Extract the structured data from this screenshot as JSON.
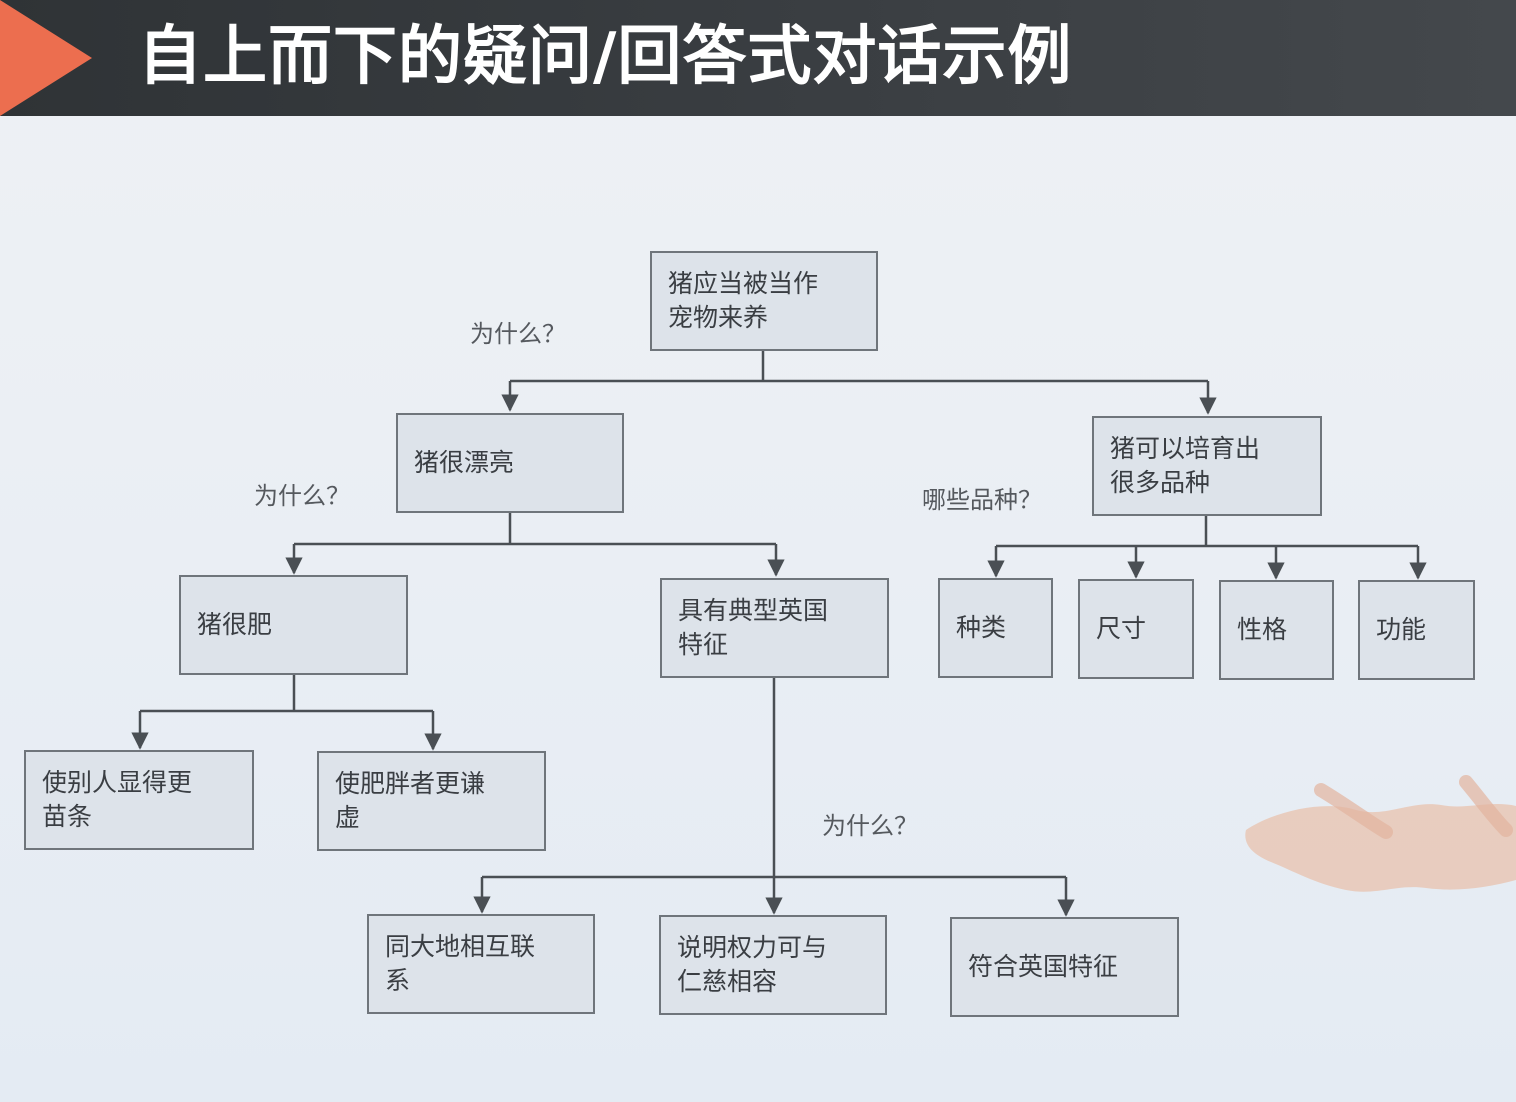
{
  "title": "自上而下的疑问/回答式对话示例",
  "nodes": {
    "root": "猪应当被当作\n宠物来养",
    "pretty": "猪很漂亮",
    "breeds": "猪可以培育出\n很多品种",
    "fat": "猪很肥",
    "british": "具有典型英国\n特征",
    "slim": "使别人显得更\n苗条",
    "humble": "使肥胖者更谦\n虚",
    "kind": "种类",
    "size": "尺寸",
    "temper": "性格",
    "function": "功能",
    "land": "同大地相互联\n系",
    "power": "说明权力可与\n仁慈相容",
    "english": "符合英国特征"
  },
  "questions": {
    "why_root": "为什么？",
    "why_pretty": "为什么？",
    "which_breeds": "哪些品种？",
    "why_british": "为什么？"
  }
}
